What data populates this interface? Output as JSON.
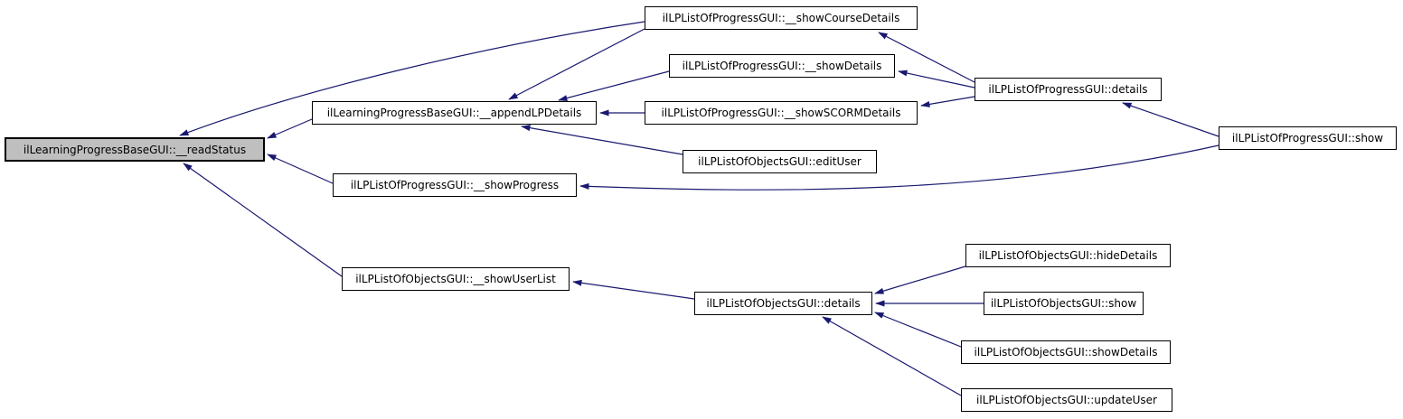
{
  "diagram": {
    "type": "doxygen-caller-graph",
    "edge_color": "#191970",
    "node_fill": "#ffffff",
    "node_border_color": "#000000",
    "highlight_fill": "#bfbfbf",
    "nodes": [
      {
        "id": "read-status",
        "label": "ilLearningProgressBaseGUI::__readStatus",
        "highlighted": true
      },
      {
        "id": "show-course-details",
        "label": "ilLPListOfProgressGUI::__showCourseDetails",
        "highlighted": false
      },
      {
        "id": "show-details",
        "label": "ilLPListOfProgressGUI::__showDetails",
        "highlighted": false
      },
      {
        "id": "append-lp-details",
        "label": "ilLearningProgressBaseGUI::__appendLPDetails",
        "highlighted": false
      },
      {
        "id": "show-scorm-details",
        "label": "ilLPListOfProgressGUI::__showSCORMDetails",
        "highlighted": false
      },
      {
        "id": "progress-details",
        "label": "ilLPListOfProgressGUI::details",
        "highlighted": false
      },
      {
        "id": "edit-user",
        "label": "ilLPListOfObjectsGUI::editUser",
        "highlighted": false
      },
      {
        "id": "show-progress",
        "label": "ilLPListOfProgressGUI::__showProgress",
        "highlighted": false
      },
      {
        "id": "progress-show",
        "label": "ilLPListOfProgressGUI::show",
        "highlighted": false
      },
      {
        "id": "show-user-list",
        "label": "ilLPListOfObjectsGUI::__showUserList",
        "highlighted": false
      },
      {
        "id": "objects-details",
        "label": "ilLPListOfObjectsGUI::details",
        "highlighted": false
      },
      {
        "id": "hide-details",
        "label": "ilLPListOfObjectsGUI::hideDetails",
        "highlighted": false
      },
      {
        "id": "objects-show",
        "label": "ilLPListOfObjectsGUI::show",
        "highlighted": false
      },
      {
        "id": "objects-show-details",
        "label": "ilLPListOfObjectsGUI::showDetails",
        "highlighted": false
      },
      {
        "id": "objects-update-user",
        "label": "ilLPListOfObjectsGUI::updateUser",
        "highlighted": false
      }
    ],
    "edges": [
      {
        "from": "show-course-details",
        "to": "read-status"
      },
      {
        "from": "append-lp-details",
        "to": "read-status"
      },
      {
        "from": "show-progress",
        "to": "read-status"
      },
      {
        "from": "show-user-list",
        "to": "read-status"
      },
      {
        "from": "show-course-details",
        "to": "append-lp-details"
      },
      {
        "from": "show-details",
        "to": "append-lp-details"
      },
      {
        "from": "show-scorm-details",
        "to": "append-lp-details"
      },
      {
        "from": "edit-user",
        "to": "append-lp-details"
      },
      {
        "from": "progress-details",
        "to": "show-course-details"
      },
      {
        "from": "progress-details",
        "to": "show-details"
      },
      {
        "from": "progress-details",
        "to": "show-scorm-details"
      },
      {
        "from": "progress-show",
        "to": "progress-details"
      },
      {
        "from": "progress-show",
        "to": "show-progress"
      },
      {
        "from": "objects-details",
        "to": "show-user-list"
      },
      {
        "from": "hide-details",
        "to": "objects-details"
      },
      {
        "from": "objects-show",
        "to": "objects-details"
      },
      {
        "from": "objects-show-details",
        "to": "objects-details"
      },
      {
        "from": "objects-update-user",
        "to": "objects-details"
      }
    ]
  }
}
